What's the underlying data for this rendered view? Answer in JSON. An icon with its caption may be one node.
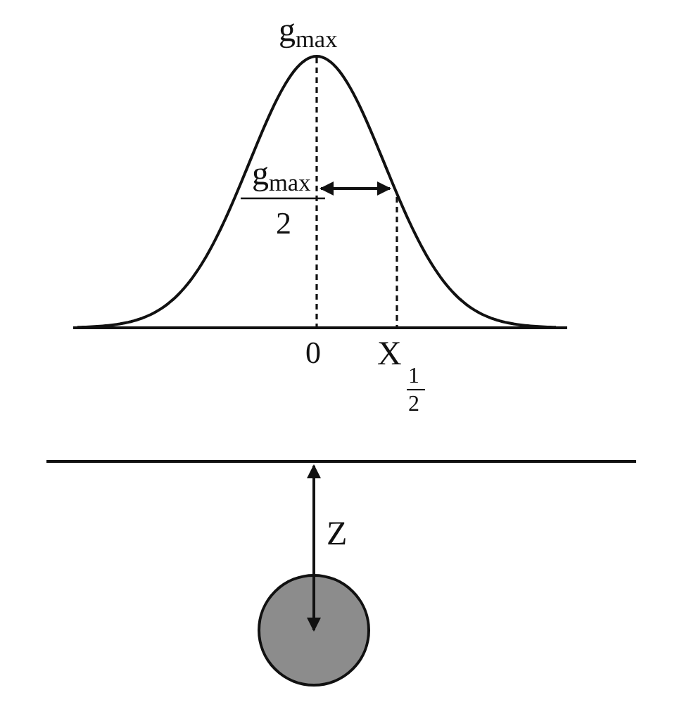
{
  "diagram": {
    "nodes": [
      {
        "text": [],
        "shape": "circle"
      }
    ],
    "labels": [
      "g$_{max}$",
      "g$_{max}$",
      "2",
      "0",
      "X",
      "1",
      "2",
      "Z"
    ]
  }
}
